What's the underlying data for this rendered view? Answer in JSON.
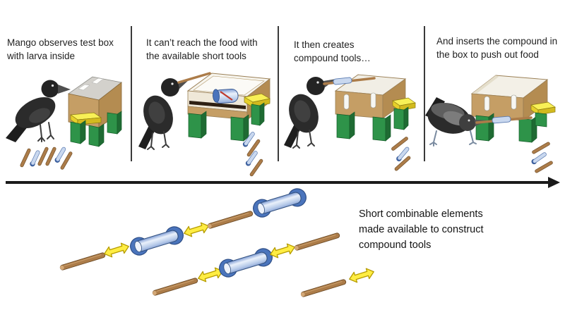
{
  "panels": [
    {
      "lines": [
        "Mango observes test box",
        "with larva inside"
      ]
    },
    {
      "lines": [
        "It can’t reach the food with",
        "the available short tools"
      ]
    },
    {
      "lines": [
        "It then creates",
        "compound tools…"
      ]
    },
    {
      "lines": [
        "And inserts the compound in",
        "the box to push out food"
      ]
    }
  ],
  "bottom_label": {
    "lines": [
      "Short combinable elements",
      "made available to construct",
      "compound tools"
    ]
  },
  "colors": {
    "background": "#ffffff",
    "text": "#1f1f1f",
    "timeline_arrow": "#1a1a1a",
    "stick_brown": "#AC7C49",
    "connector_blue": "#4A74BC",
    "tube_light_blue": "#C9D8EF",
    "combine_arrow_yellow": "#FFED43",
    "box_tan": "#C59E65",
    "box_side_tan": "#B48C51",
    "box_top_gray": "#D3D1CC",
    "interior_cream": "#F1EEE5",
    "leg_green": "#2E9349",
    "leg_green_dark": "#1F6B33",
    "tray_yellow": "#F8F056",
    "crow_black": "#2B2B2B"
  }
}
